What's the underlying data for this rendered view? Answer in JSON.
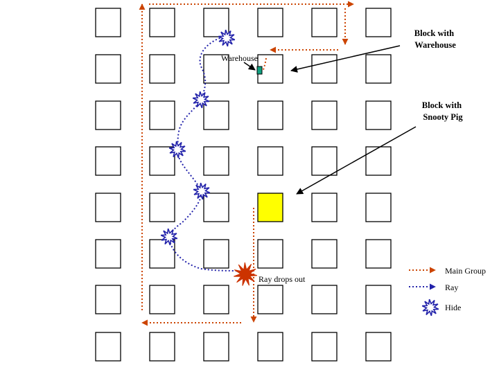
{
  "labels": {
    "block_with_warehouse": [
      "Block with",
      "Warehouse"
    ],
    "block_with_snooty_pig": [
      "Block with",
      "Snooty Pig"
    ],
    "warehouse": "Warehouse",
    "ray_drops_out": "Ray drops out"
  },
  "legend": {
    "items": [
      {
        "label": "Main Group",
        "style": "main-group-line"
      },
      {
        "label": "Ray",
        "style": "ray-line"
      },
      {
        "label": "Hide",
        "style": "hide-burst"
      }
    ]
  },
  "colors": {
    "main_group": "#cc4400",
    "ray": "#2222aa",
    "snooty_pig_block": "#ffff00",
    "warehouse_marker": "#11a080",
    "ray_drop_burst": "#cc3300",
    "hide_burst": "#2222aa",
    "block_border": "#000000"
  },
  "grid": {
    "rows": 8,
    "cols": 6,
    "highlighted_block": {
      "row": 4,
      "col": 3
    }
  }
}
